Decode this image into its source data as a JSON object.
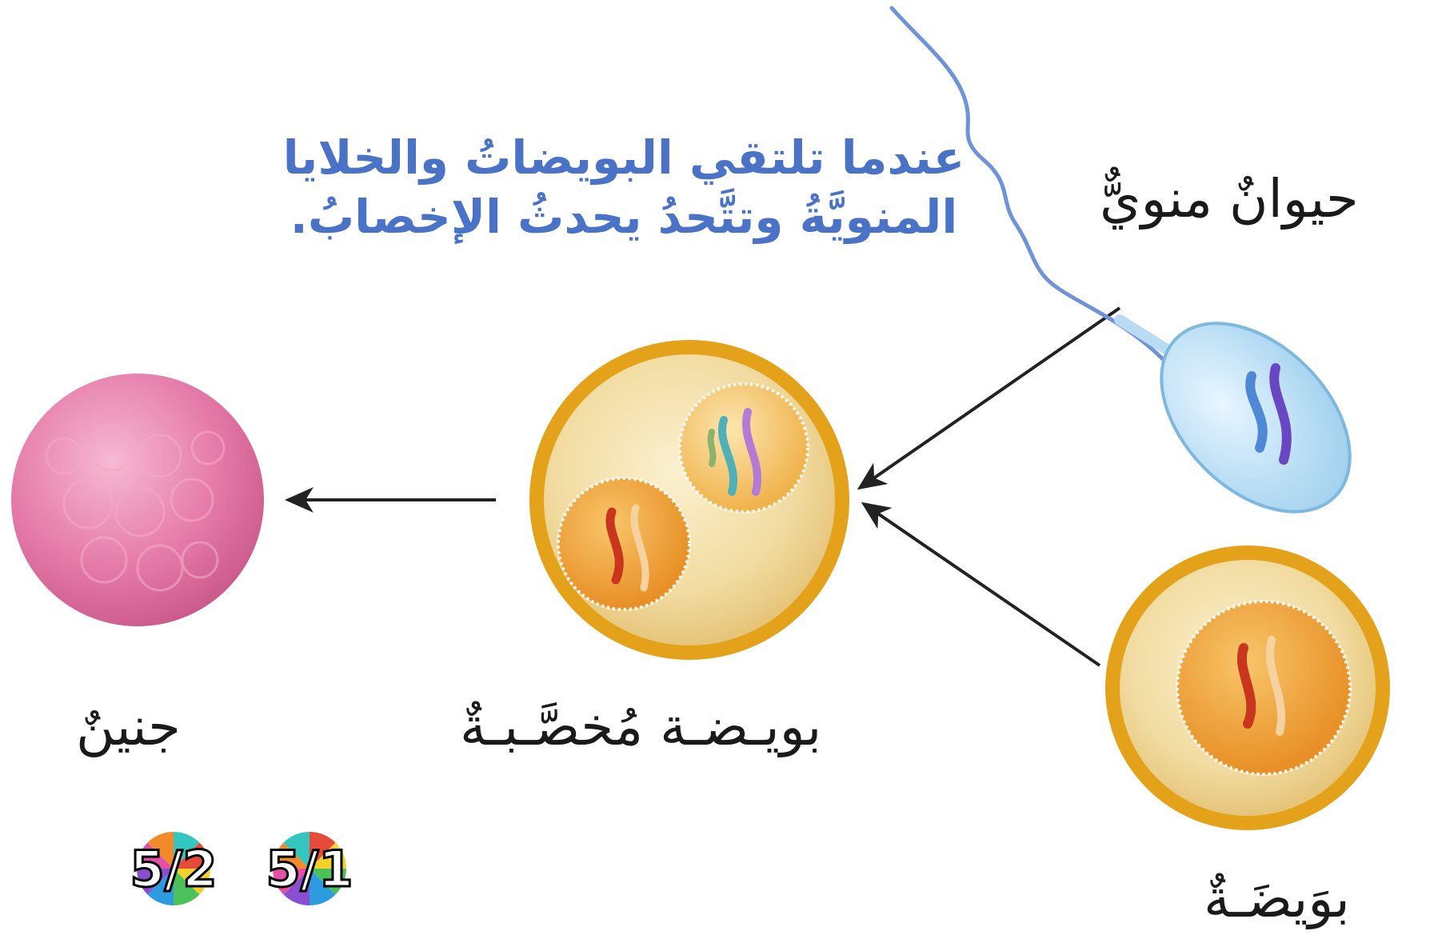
{
  "caption": {
    "line1": "عندما تلتقي البويضاتُ والخلايا",
    "line2": "المنويَّةُ وتتَّحدُ يحدثُ الإخصابُ."
  },
  "labels": {
    "sperm": "حيوانٌ منويٌّ",
    "egg": "بوَيضَـةٌ",
    "fertilized_egg": "بويـضـة مُخصَّـبـةٌ",
    "embryo": "جنينٌ"
  },
  "badges": [
    {
      "text": "5/1"
    },
    {
      "text": "5/2"
    }
  ],
  "colors": {
    "caption": "#4a73c8",
    "cell_rim": "#e3a21a",
    "cytoplasm": "#f3dfa6",
    "nucleus": "#f1a83c",
    "sperm_head": "#bfe2f6",
    "embryo": "#e07aa6",
    "arrow": "#222222"
  }
}
